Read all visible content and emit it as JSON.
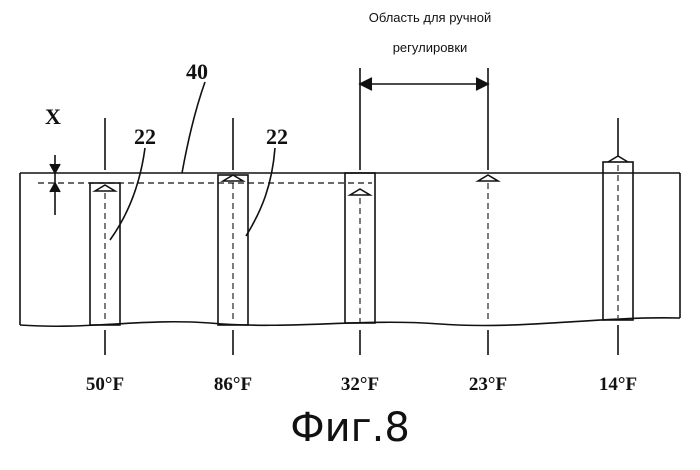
{
  "labels": {
    "region_line1": "Область для ручной",
    "region_line2": "регулировки",
    "strip_number": "40",
    "x_dimension": "X",
    "pin_number_left": "22",
    "pin_number_right": "22",
    "caption": "Фиг.8"
  },
  "temperatures": [
    "50°F",
    "86°F",
    "32°F",
    "23°F",
    "14°F"
  ]
}
